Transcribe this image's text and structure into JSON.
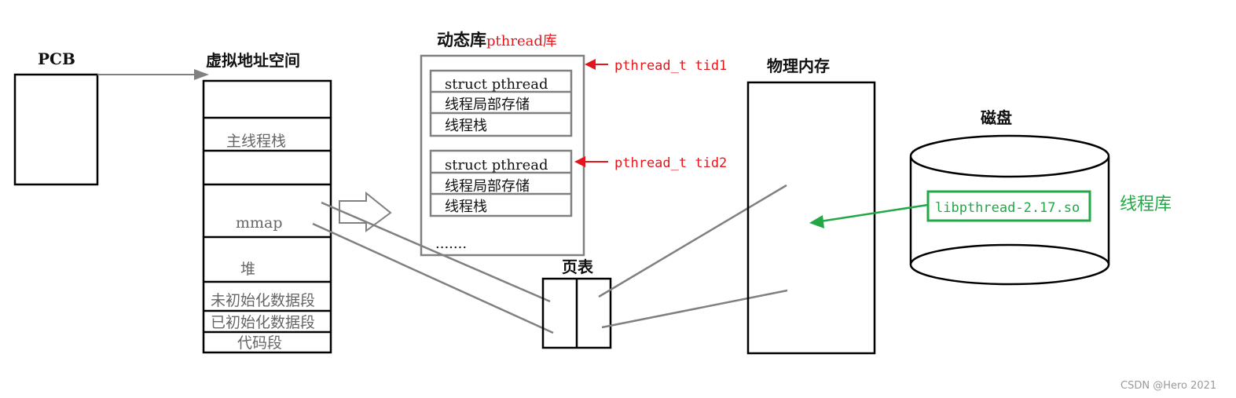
{
  "pcb": {
    "label": "PCB"
  },
  "virtual_space": {
    "title": "虚拟地址空间",
    "segments": {
      "main_stack": "主线程栈",
      "mmap": "mmap",
      "heap": "堆",
      "bss": "未初始化数据段",
      "data": "已初始化数据段",
      "code": "代码段"
    }
  },
  "dynamic_lib": {
    "title_prefix": "动态库",
    "title_suffix": "pthread库",
    "block1": {
      "struct": "struct pthread",
      "tls": "线程局部存储",
      "stack": "线程栈"
    },
    "block2": {
      "struct": "struct pthread",
      "tls": "线程局部存储",
      "stack": "线程栈"
    },
    "ellipsis": ".......",
    "tid1": "pthread_t tid1",
    "tid2": "pthread_t tid2"
  },
  "page_table": {
    "label": "页表"
  },
  "physical_memory": {
    "label": "物理内存"
  },
  "disk": {
    "label": "磁盘",
    "file": "libpthread-2.17.so",
    "caption": "线程库"
  },
  "watermark": "CSDN @Hero 2021",
  "colors": {
    "red": "#e4161c",
    "green": "#22a846",
    "gray": "#808080"
  }
}
